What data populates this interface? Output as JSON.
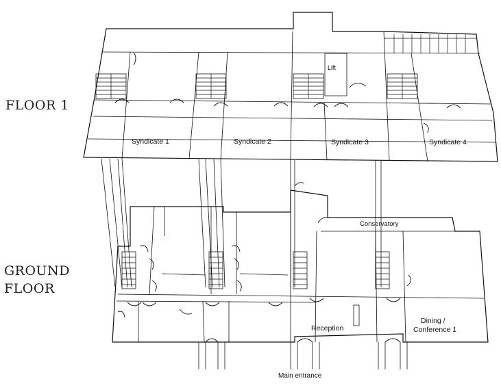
{
  "floors": {
    "floor1_label": "FLOOR 1",
    "ground_label_line1": "GROUND",
    "ground_label_line2": "FLOOR"
  },
  "rooms": {
    "syndicate_1": "Syndicate 1",
    "syndicate_2": "Syndicate 2",
    "syndicate_3": "Syndicate 3",
    "syndicate_4": "Syndicate 4",
    "lift": "Lift",
    "conservatory": "Conservatory",
    "reception": "Reception",
    "dining_line1": "Dining /",
    "dining_line2": "Conference 1",
    "main_entrance": "Main entrance"
  }
}
